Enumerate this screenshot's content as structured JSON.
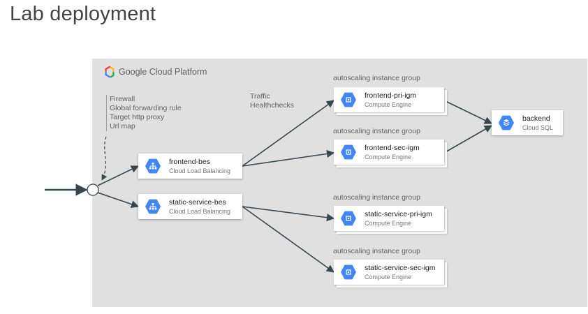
{
  "page": {
    "title": "Lab deployment"
  },
  "panel": {
    "brand": "Google Cloud Platform"
  },
  "annotations": {
    "firewall_lines": [
      "Firewall",
      "Global forwarding rule",
      "Target http proxy",
      "Url map"
    ],
    "traffic_lines": [
      "Traffic",
      "Healthchecks"
    ]
  },
  "group_label": "autoscaling instance group",
  "nodes": {
    "frontend_bes": {
      "name": "frontend-bes",
      "sub": "Cloud Load Balancing"
    },
    "static_bes": {
      "name": "static-service-bes",
      "sub": "Cloud Load Balancing"
    },
    "frontend_pri": {
      "name": "frontend-pri-igm",
      "sub": "Compute Engine"
    },
    "frontend_sec": {
      "name": "frontend-sec-igm",
      "sub": "Compute Engine"
    },
    "static_pri": {
      "name": "static-service-pri-igm",
      "sub": "Compute Engine"
    },
    "static_sec": {
      "name": "static-service-sec-igm",
      "sub": "Compute Engine"
    },
    "backend": {
      "name": "backend",
      "sub": "Cloud SQL"
    }
  },
  "colors": {
    "panel": "#e0e0e0",
    "icon": "#4285f4",
    "arrow": "#37474f"
  },
  "icons": {
    "load_balancer": "load-balancer-icon",
    "compute": "compute-engine-icon",
    "sql": "cloud-sql-icon"
  }
}
